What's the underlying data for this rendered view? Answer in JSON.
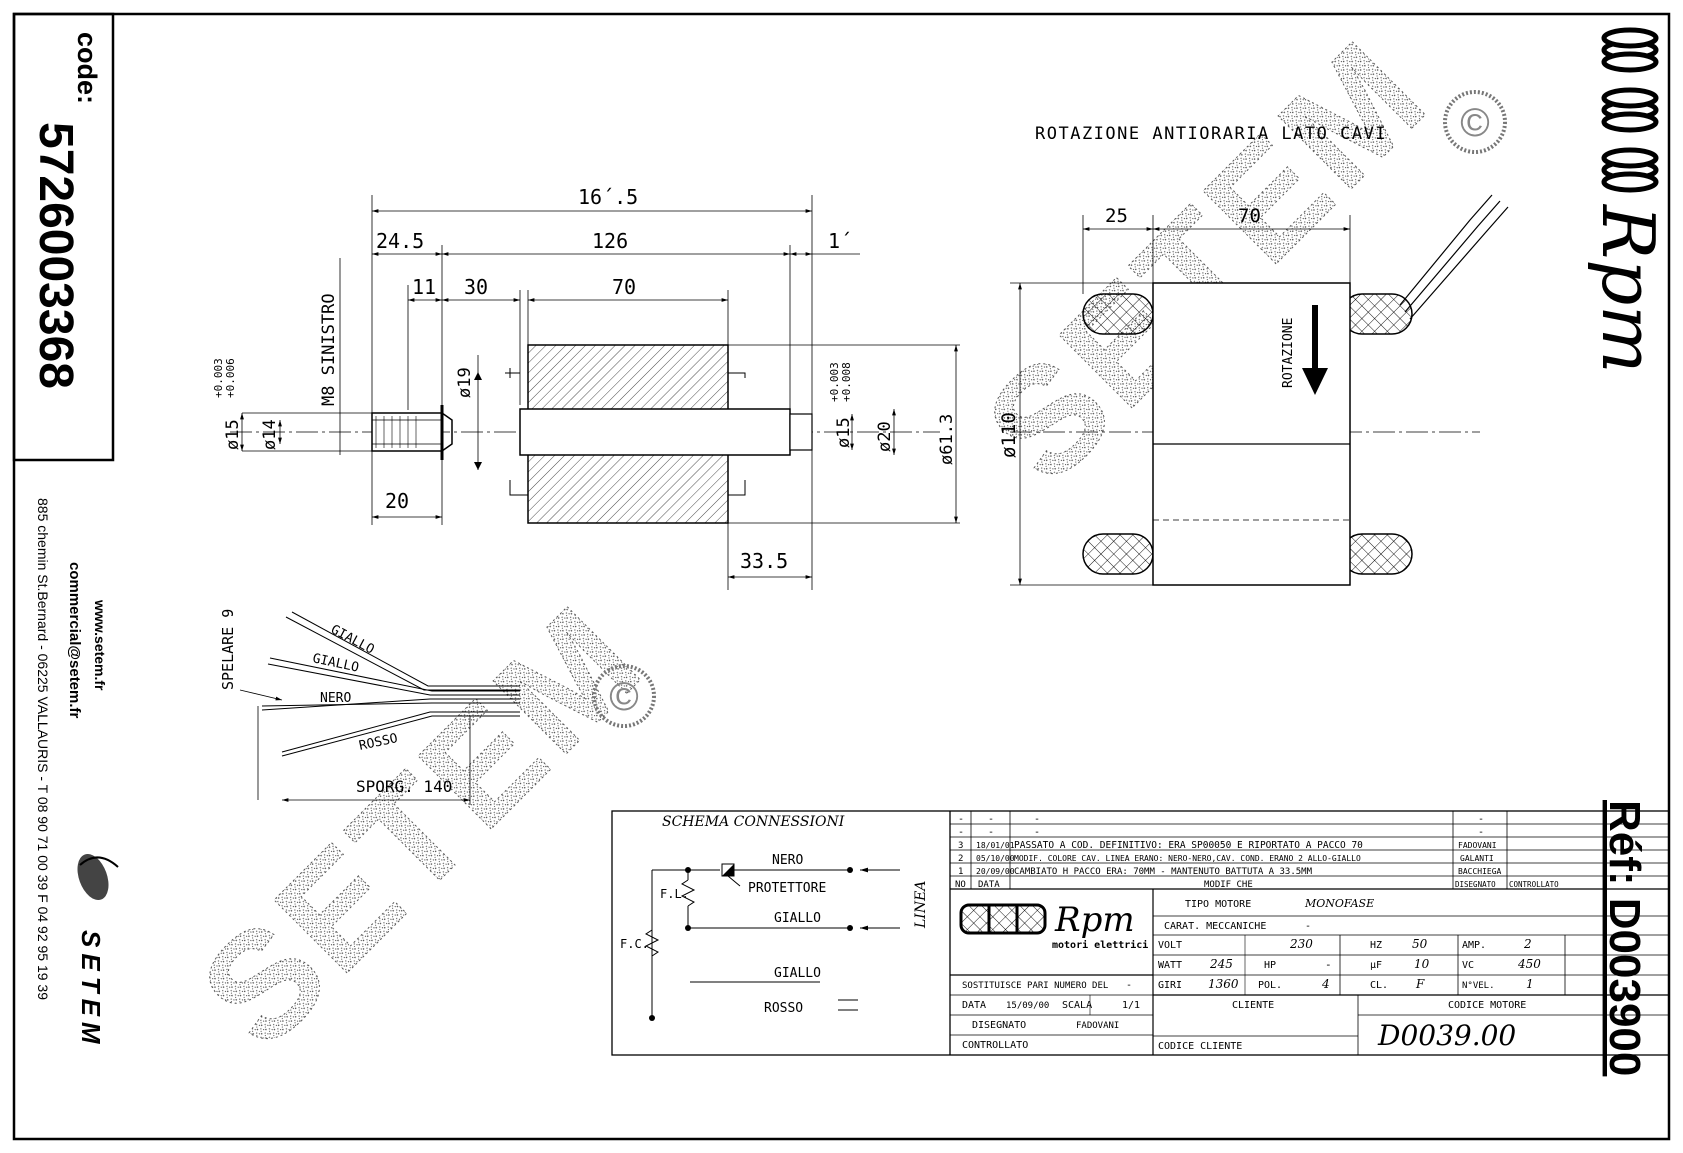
{
  "sidebar": {
    "code_label": "code:",
    "code_value": "572600336­8",
    "website": "www.setem.fr",
    "email": "commercial@setem.fr",
    "address": "885 chemin St.Bernard - 06225 VALLAURIS - T 08 90 71 00 39  F 04 92 95 19 39",
    "logo_text": "SETEM"
  },
  "right_panel": {
    "brand": "Rpm",
    "ref_label": "Réf: D003900"
  },
  "watermark": {
    "text": "SETEM",
    "mark": "©"
  },
  "rotation_note": "ROTAZIONE ANTIORARIA LATO CAVI",
  "rotation_arrow_label": "ROTAZIONE",
  "side_view": {
    "dims": {
      "total_length": "16´.5",
      "shaft_left": "24.5",
      "body": "126",
      "shaft_right": "1´",
      "d11": "11",
      "d30": "30",
      "d70": "70",
      "d20": "20",
      "d33_5": "33.5",
      "thread": "M8 SINISTRO",
      "tol_left": "+0.003\n+0.006",
      "tol_left_a": "+0.003",
      "tol_left_b": "+0.006",
      "tol_right_a": "+0.003",
      "tol_right_b": "+0.008",
      "dia15_left": "ø15",
      "dia14": "ø14",
      "dia19": "ø19",
      "dia15_right": "ø15",
      "dia20": "ø20",
      "dia61_3": "ø61.3"
    }
  },
  "end_view": {
    "dims": {
      "d25": "25",
      "d70": "70",
      "dia110": "ø110"
    }
  },
  "wires": {
    "strip": "SPELARE 9",
    "protrusion": "SPORG. 140",
    "labels": [
      "GIALLO",
      "GIALLO",
      "NERO",
      "ROSSO"
    ]
  },
  "schema": {
    "title": "SCHEMA CONNESSIONI",
    "nero": "NERO",
    "protettore": "PROTETTORE",
    "fl": "F.L.",
    "fc": "F.C.",
    "giallo_1": "GIALLO",
    "giallo_2": "GIALLO",
    "rosso": "ROSSO",
    "linea": "LINEA"
  },
  "revisions": [
    {
      "no": "-",
      "data": "-",
      "desc": "-",
      "by": "-",
      "ctrl": ""
    },
    {
      "no": "-",
      "data": "-",
      "desc": "-",
      "by": "-",
      "ctrl": ""
    },
    {
      "no": "3",
      "data": "18/01/01",
      "desc": "PASSATO A COD. DEFINITIVO: ERA SP00050 E RIPORTATO A PACCO 70",
      "by": "FADOVANI",
      "ctrl": ""
    },
    {
      "no": "2",
      "data": "05/10/00",
      "desc": "MODIF. COLORE CAV. LINEA ERANO: NERO-NERO,CAV. COND. ERANO 2 ALLO-GIALLO",
      "by": "GALANTI",
      "ctrl": ""
    },
    {
      "no": "1",
      "data": "20/09/00",
      "desc": "CAMBIATO H PACCO ERA: 70MM - MANTENUTO BATTUTA A 33.5MM",
      "by": "BACCHIEGA",
      "ctrl": ""
    }
  ],
  "revision_header": {
    "no": "NO",
    "data": "DATA",
    "desc": "MODIF CHE",
    "by": "DISEGNATO",
    "ctrl": "CONTROLLATO"
  },
  "title_block": {
    "brand": "Rpm",
    "brand_sub": "motori elettrici",
    "tipo_motore_label": "TIPO MOTORE",
    "tipo_motore_value": "MONOFASE",
    "carat_label": "CARAT. MECCANICHE",
    "carat_value": "-",
    "volt_label": "VOLT",
    "volt_value": "230",
    "hz_label": "HZ",
    "hz_value": "50",
    "amp_label": "AMP.",
    "amp_value": "2",
    "watt_label": "WATT",
    "watt_value": "245",
    "hp_label": "HP",
    "hp_value": "-",
    "uf_label": "µF",
    "uf_value": "10",
    "vc_label": "VC",
    "vc_value": "450",
    "giri_label": "GIRI",
    "giri_value": "1360",
    "pol_label": "POL.",
    "pol_value": "4",
    "cl_label": "CL.",
    "cl_value": "F",
    "nvel_label": "N°VEL.",
    "nvel_value": "1",
    "sostituisce": "SOSTITUISCE PARI NUMERO DEL",
    "sostituisce_value": "-",
    "data_label": "DATA",
    "data_value": "15/09/00",
    "scala_label": "SCALA",
    "scala_value": "1/1",
    "disegnato_label": "DISEGNATO",
    "disegnato_value": "FADOVANI",
    "controllato_label": "CONTROLLATO",
    "cliente_label": "CLIENTE",
    "codice_motore_label": "CODICE MOTORE",
    "codice_motore_value": "D0039.00",
    "codice_cliente_label": "CODICE CLIENTE"
  }
}
